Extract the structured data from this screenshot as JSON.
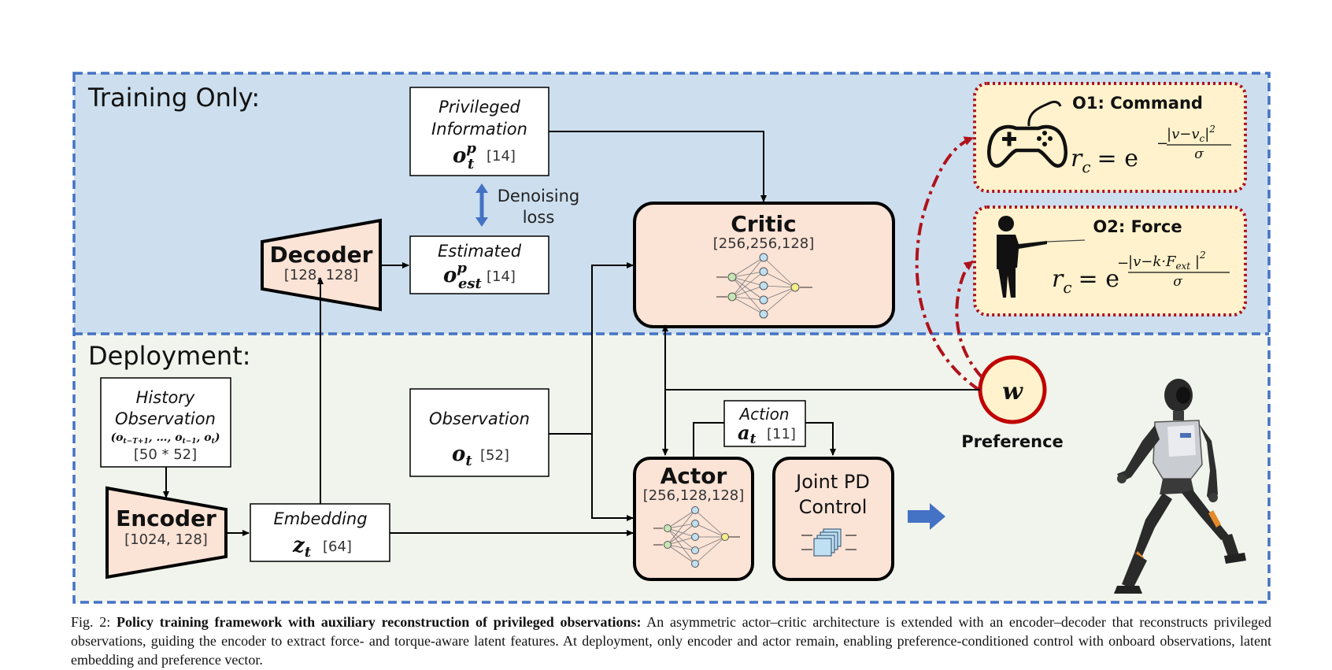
{
  "sections": {
    "training_label": "Training Only:",
    "deployment_label": "Deployment:"
  },
  "privileged": {
    "line1": "Privileged",
    "line2": "Information",
    "symbol": "o",
    "sup": "p",
    "sub": "t",
    "dim": "[14]"
  },
  "denoising": {
    "line1": "Denoising",
    "line2": "loss"
  },
  "estimated": {
    "label": "Estimated",
    "symbol": "o",
    "sup": "p",
    "sub": "est",
    "dim": "[14]"
  },
  "decoder": {
    "label": "Decoder",
    "dims": "[128, 128]"
  },
  "critic": {
    "label": "Critic",
    "dims": "[256,256,128]"
  },
  "objectives": {
    "command": {
      "title": "O1: Command",
      "formula": "r_c = e^{-|v - v_c|^2 / σ}",
      "lhs": "r",
      "lhs_sub": "c",
      "eq": "= e",
      "exp_num": "|v−v",
      "exp_num_sub": "c",
      "exp_num_end": "|",
      "exp_sq": "2",
      "exp_den": "σ",
      "exp_minus": "−"
    },
    "force": {
      "title": "O2: Force",
      "formula": "r_c = e^{-|v - k·F_ext|^2 / σ}",
      "lhs": "r",
      "lhs_sub": "c",
      "eq": "= e",
      "exp_num": "|v−k·F",
      "exp_num_sub": "ext",
      "exp_num_end": " |",
      "exp_sq": "2",
      "exp_den": "σ",
      "exp_minus": "−"
    }
  },
  "history": {
    "line1": "History",
    "line2": "Observation",
    "seq": "(o",
    "seq_sub1": "t−T+1",
    "seq_mid": ", …, o",
    "seq_sub2": "t−1",
    "seq_mid2": ", o",
    "seq_sub3": "t",
    "seq_end": ")",
    "dim": "[50 * 52]"
  },
  "encoder": {
    "label": "Encoder",
    "dims": "[1024, 128]"
  },
  "embedding": {
    "label": "Embedding",
    "symbol": "z",
    "sub": "t",
    "dim": "[64]"
  },
  "observation": {
    "label": "Observation",
    "symbol": "o",
    "sub": "t",
    "dim": "[52]"
  },
  "action": {
    "label": "Action",
    "symbol": "a",
    "sub": "t",
    "dim": "[11]"
  },
  "actor": {
    "label": "Actor",
    "dims": "[256,128,128]"
  },
  "joint_pd": {
    "line1": "Joint PD",
    "line2": "Control"
  },
  "preference": {
    "symbol": "w",
    "label": "Preference"
  },
  "icons": {
    "gamepad": "gamepad-icon",
    "child_pushing": "child-pushing-icon",
    "robot": "humanoid-robot-image",
    "network": "neural-network-icon",
    "blocks": "stacked-blocks-icon",
    "arrow": "right-arrow-icon"
  },
  "colors": {
    "training_bg": "#cddfee",
    "deployment_bg": "#f0f4ec",
    "dashed_border": "#4472c4",
    "module_fill": "#fbe3d6",
    "objective_fill": "#fff2cc",
    "objective_border": "#b0121b",
    "arrow_blue": "#4472c4"
  },
  "caption": {
    "prefix": "Fig. 2: ",
    "bold": "Policy training framework with auxiliary reconstruction of privileged observations:",
    "text": " An asymmetric actor–critic architecture is extended with an encoder–decoder that reconstructs privileged observations, guiding the encoder to extract force- and torque-aware latent features. At deployment, only encoder and actor remain, enabling preference-conditioned control with onboard observations, latent embedding and preference vector."
  }
}
